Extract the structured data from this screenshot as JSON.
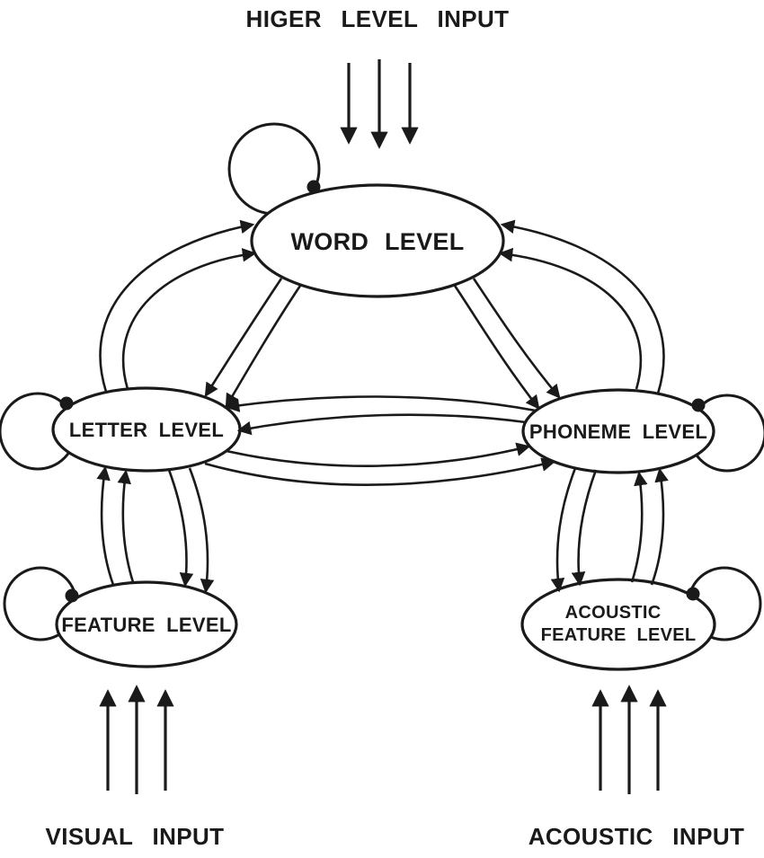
{
  "diagram": {
    "background": "#ffffff",
    "line_color": "#1a1a1a",
    "top_label": "HIGER LEVEL INPUT",
    "bottom_left_label": "VISUAL INPUT",
    "bottom_right_label": "ACOUSTIC INPUT",
    "nodes": {
      "word": {
        "label": "WORD LEVEL"
      },
      "letter": {
        "label": "LETTER LEVEL"
      },
      "phoneme": {
        "label": "PHONEME LEVEL"
      },
      "feature": {
        "label": "FEATURE LEVEL"
      },
      "acoustic_feature": {
        "label_line1": "ACOUSTIC",
        "label_line2": "FEATURE LEVEL"
      }
    },
    "edges": [
      {
        "from": "higher-level-input",
        "to": "word",
        "type": "input",
        "arrow_count": 3
      },
      {
        "from": "word",
        "to": "letter",
        "type": "bidirectional",
        "lines_each_way": 2
      },
      {
        "from": "word",
        "to": "phoneme",
        "type": "bidirectional",
        "lines_each_way": 2
      },
      {
        "from": "letter",
        "to": "phoneme",
        "type": "bidirectional",
        "lines_each_way": 2
      },
      {
        "from": "letter",
        "to": "feature",
        "type": "bidirectional",
        "lines_each_way": 2
      },
      {
        "from": "phoneme",
        "to": "acoustic_feature",
        "type": "bidirectional",
        "lines_each_way": 2
      },
      {
        "from": "visual-input",
        "to": "feature",
        "type": "input",
        "arrow_count": 3
      },
      {
        "from": "acoustic-input",
        "to": "acoustic_feature",
        "type": "input",
        "arrow_count": 3
      },
      {
        "node": "word",
        "type": "self-loop-with-dot"
      },
      {
        "node": "letter",
        "type": "self-loop-with-dot"
      },
      {
        "node": "phoneme",
        "type": "self-loop-with-dot"
      },
      {
        "node": "feature",
        "type": "self-loop-with-dot"
      },
      {
        "node": "acoustic_feature",
        "type": "self-loop-with-dot"
      }
    ]
  }
}
